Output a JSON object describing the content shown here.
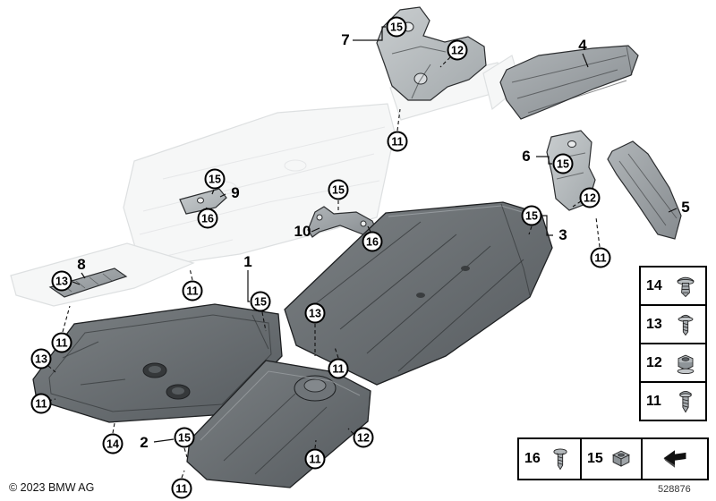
{
  "footer": {
    "copyright": "© 2023 BMW AG",
    "diagram_number": "528876"
  },
  "parts": [
    {
      "label": "7"
    },
    {
      "label": "4"
    },
    {
      "label": "6"
    },
    {
      "label": "5"
    },
    {
      "label": "9"
    },
    {
      "label": "10"
    },
    {
      "label": "3"
    },
    {
      "label": "1"
    },
    {
      "label": "8"
    },
    {
      "label": "2"
    }
  ],
  "fasteners": [
    {
      "label": "15"
    },
    {
      "label": "12"
    },
    {
      "label": "11"
    },
    {
      "label": "15"
    },
    {
      "label": "12"
    },
    {
      "label": "11"
    },
    {
      "label": "15"
    },
    {
      "label": "16"
    },
    {
      "label": "15"
    },
    {
      "label": "16"
    },
    {
      "label": "15"
    },
    {
      "label": "11"
    },
    {
      "label": "13"
    },
    {
      "label": "11"
    },
    {
      "label": "13"
    },
    {
      "label": "11"
    },
    {
      "label": "15"
    },
    {
      "label": "13"
    },
    {
      "label": "11"
    },
    {
      "label": "14"
    },
    {
      "label": "15"
    },
    {
      "label": "12"
    },
    {
      "label": "11"
    },
    {
      "label": "11"
    }
  ],
  "legend": {
    "side": [
      {
        "label": "14",
        "icon": "expanding-rivet-icon"
      },
      {
        "label": "13",
        "icon": "flange-screw-icon"
      },
      {
        "label": "12",
        "icon": "hex-nut-icon"
      },
      {
        "label": "11",
        "icon": "screw-icon"
      }
    ],
    "bottom": [
      {
        "label": "16",
        "icon": "tapping-screw-icon"
      },
      {
        "label": "15",
        "icon": "cage-nut-icon"
      },
      {
        "label": "",
        "icon": "direction-arrow-icon"
      }
    ]
  }
}
